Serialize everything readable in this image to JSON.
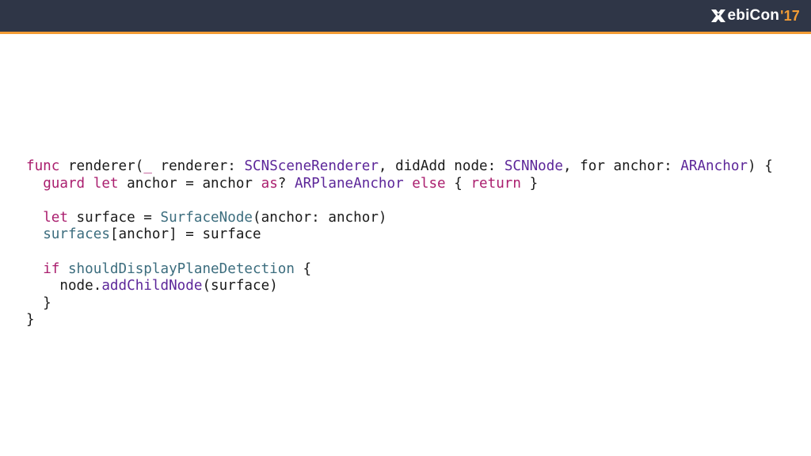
{
  "header": {
    "logo_text": "ebiCon",
    "logo_year": "'17",
    "logo_mark_icon": "x-icon"
  },
  "colors": {
    "header_bg": "#2f3647",
    "accent": "#f39c34",
    "keyword": "#aa1e6e",
    "type": "#5c2699",
    "identifier": "#3c6d7e",
    "plain": "#1a1a1a"
  },
  "code": {
    "lines": [
      [
        {
          "t": "func",
          "k": "kw"
        },
        {
          "t": " renderer(",
          "k": "plain"
        },
        {
          "t": "_",
          "k": "kw"
        },
        {
          "t": " renderer: ",
          "k": "plain"
        },
        {
          "t": "SCNSceneRenderer",
          "k": "type"
        },
        {
          "t": ", didAdd node: ",
          "k": "plain"
        },
        {
          "t": "SCNNode",
          "k": "type"
        },
        {
          "t": ", for anchor: ",
          "k": "plain"
        },
        {
          "t": "ARAnchor",
          "k": "type"
        },
        {
          "t": ") {",
          "k": "plain"
        }
      ],
      [
        {
          "t": "  ",
          "k": "plain"
        },
        {
          "t": "guard",
          "k": "kw"
        },
        {
          "t": " ",
          "k": "plain"
        },
        {
          "t": "let",
          "k": "kw"
        },
        {
          "t": " anchor = anchor ",
          "k": "plain"
        },
        {
          "t": "as",
          "k": "kw"
        },
        {
          "t": "? ",
          "k": "plain"
        },
        {
          "t": "ARPlaneAnchor",
          "k": "type"
        },
        {
          "t": " ",
          "k": "plain"
        },
        {
          "t": "else",
          "k": "kw"
        },
        {
          "t": " { ",
          "k": "plain"
        },
        {
          "t": "return",
          "k": "kw"
        },
        {
          "t": " }",
          "k": "plain"
        }
      ],
      [],
      [
        {
          "t": "  ",
          "k": "plain"
        },
        {
          "t": "let",
          "k": "kw"
        },
        {
          "t": " surface = ",
          "k": "plain"
        },
        {
          "t": "SurfaceNode",
          "k": "fn"
        },
        {
          "t": "(anchor: anchor)",
          "k": "plain"
        }
      ],
      [
        {
          "t": "  ",
          "k": "plain"
        },
        {
          "t": "surfaces",
          "k": "fn"
        },
        {
          "t": "[anchor] = surface",
          "k": "plain"
        }
      ],
      [],
      [
        {
          "t": "  ",
          "k": "plain"
        },
        {
          "t": "if",
          "k": "kw"
        },
        {
          "t": " ",
          "k": "plain"
        },
        {
          "t": "shouldDisplayPlaneDetection",
          "k": "fn"
        },
        {
          "t": " {",
          "k": "plain"
        }
      ],
      [
        {
          "t": "    node.",
          "k": "plain"
        },
        {
          "t": "addChildNode",
          "k": "type"
        },
        {
          "t": "(surface)",
          "k": "plain"
        }
      ],
      [
        {
          "t": "  }",
          "k": "plain"
        }
      ],
      [
        {
          "t": "}",
          "k": "plain"
        }
      ]
    ]
  }
}
